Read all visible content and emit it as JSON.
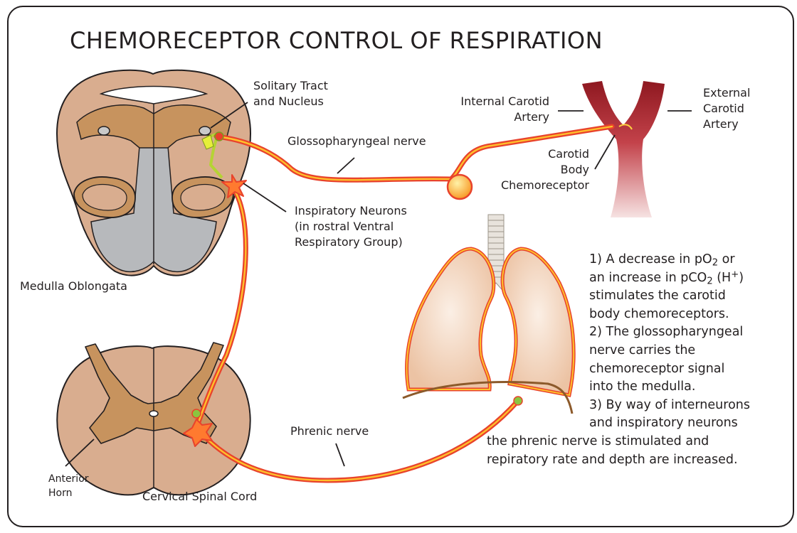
{
  "title": "CHEMORECEPTOR CONTROL OF RESPIRATION",
  "labels": {
    "solitary_tract_1": "Solitary Tract",
    "solitary_tract_2": "and Nucleus",
    "glossopharyngeal": "Glossopharyngeal nerve",
    "internal_carotid_1": "Internal Carotid",
    "internal_carotid_2": "Artery",
    "external_carotid_1": "External",
    "external_carotid_2": "Carotid",
    "external_carotid_3": "Artery",
    "carotid_body_1": "Carotid",
    "carotid_body_2": "Body",
    "carotid_body_3": "Chemoreceptor",
    "inspiratory_1": "Inspiratory Neurons",
    "inspiratory_2": "(in rostral Ventral",
    "inspiratory_3": "Respiratory Group)",
    "medulla": "Medulla Oblongata",
    "phrenic": "Phrenic nerve",
    "anterior_horn_1": "Anterior",
    "anterior_horn_2": "Horn",
    "spinal_cord": "Cervical Spinal Cord"
  },
  "steps": {
    "l1a": "1) A decrease in pO",
    "l1b": "2",
    "l1c": " or",
    "l2a": "an increase in pCO",
    "l2b": "2",
    "l2c": " (H",
    "l2d": "+",
    "l2e": ")",
    "l3": "stimulates the carotid",
    "l4": "body chemoreceptors.",
    "l5": "2) The glossopharyngeal",
    "l6": "nerve carries the",
    "l7": "chemoreceptor signal",
    "l8": "into the medulla.",
    "l9": "3) By way of interneurons",
    "l10": "and inspiratory neurons",
    "l11": "the phrenic nerve is stimulated and",
    "l12": "repiratory rate and depth are increased."
  },
  "colors": {
    "tissue": "#d9ad8f",
    "grey_matter": "#c7935e",
    "gray_region": "#b7b9bc",
    "nerve_red": "#e8432c",
    "nerve_yellow": "#ffc12b",
    "artery_dark": "#9a1a22",
    "lung_fill": "#f3d2b8",
    "chemoreceptor": "#fbb040",
    "interneuron": "#b5d334"
  }
}
